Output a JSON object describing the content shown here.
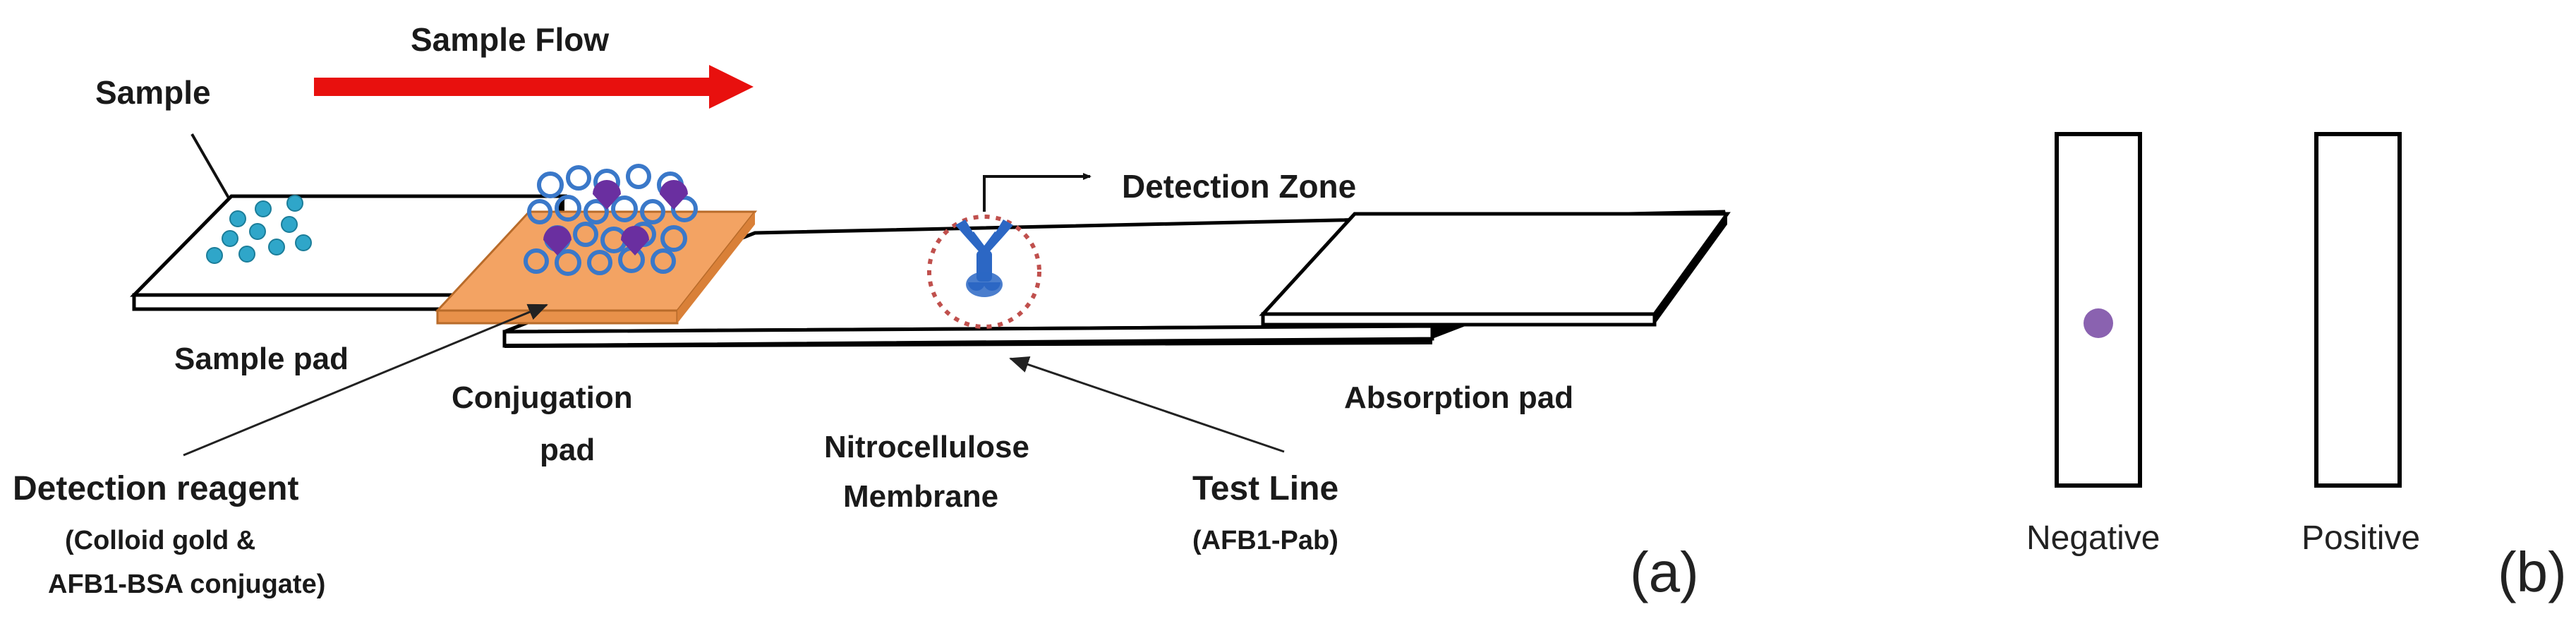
{
  "labels": {
    "sample_flow": "Sample Flow",
    "sample": "Sample",
    "detection_zone": "Detection Zone",
    "sample_pad": "Sample pad",
    "conjugation_pad_line1": "Conjugation",
    "conjugation_pad_line2": "pad",
    "nitrocellulose_line1": "Nitrocellulose",
    "nitrocellulose_line2": "Membrane",
    "absorption_pad": "Absorption pad",
    "detection_reagent": "Detection reagent",
    "detection_reagent_sub1": "(Colloid gold &",
    "detection_reagent_sub2": "AFB1-BSA conjugate)",
    "test_line": "Test Line",
    "test_line_sub": "(AFB1-Pab)",
    "panel_a": "(a)",
    "negative": "Negative",
    "positive": "Positive",
    "panel_b": "(b)"
  },
  "colors": {
    "flow_arrow": "#e8100e",
    "conjugation_pad": "#f3a363",
    "sample_particle": "#2fa6c9",
    "gold_ring": "#3a78c9",
    "antigen": "#6a2fa0",
    "antibody": "#2c67c4",
    "detection_circle": "#c0504d",
    "result_dot": "#8a62b0"
  }
}
